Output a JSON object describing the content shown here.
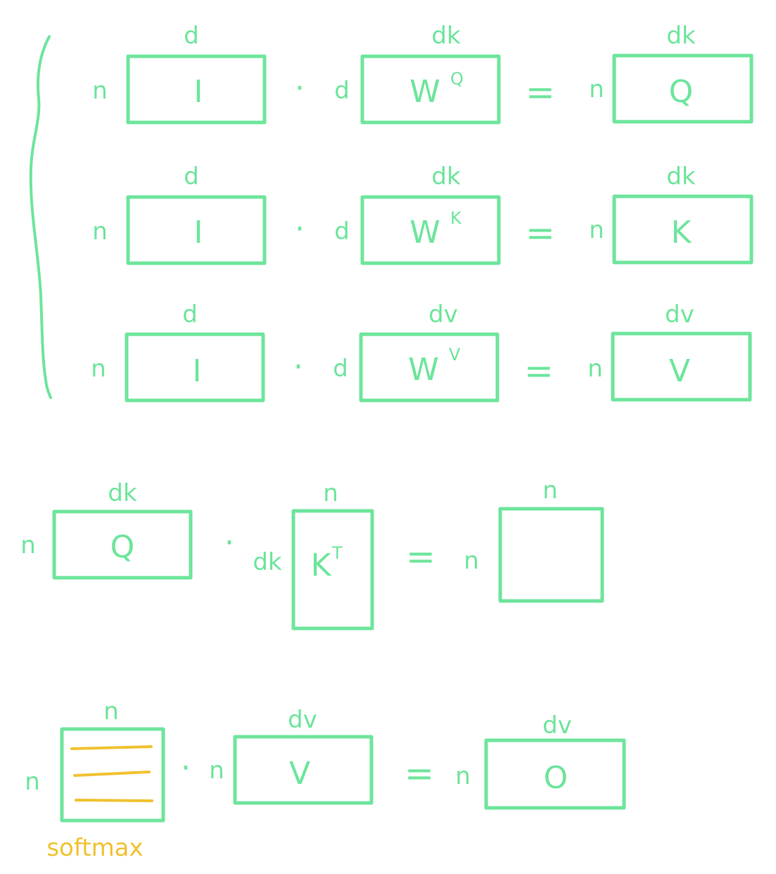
{
  "colors": {
    "ink": "#6ee59c",
    "highlight": "#f1c232",
    "background": "#ffffff"
  },
  "rows": [
    {
      "left": {
        "top": "d",
        "side": "n",
        "content": "I"
      },
      "right": {
        "top": "dk",
        "side": "d",
        "content": "W",
        "sup": "Q"
      },
      "result": {
        "top": "dk",
        "side": "n",
        "content": "Q"
      }
    },
    {
      "left": {
        "top": "d",
        "side": "n",
        "content": "I"
      },
      "right": {
        "top": "dk",
        "side": "d",
        "content": "W",
        "sup": "K"
      },
      "result": {
        "top": "dk",
        "side": "n",
        "content": "K"
      }
    },
    {
      "left": {
        "top": "d",
        "side": "n",
        "content": "I"
      },
      "right": {
        "top": "dv",
        "side": "d",
        "content": "W",
        "sup": "V"
      },
      "result": {
        "top": "dv",
        "side": "n",
        "content": "V"
      }
    }
  ],
  "attention": {
    "left": {
      "top": "dk",
      "side": "n",
      "content": "Q"
    },
    "right": {
      "top": "n",
      "side": "dk",
      "content": "K",
      "sup": "T"
    },
    "result": {
      "top": "n",
      "side": "n",
      "content": ""
    }
  },
  "output": {
    "left": {
      "top": "n",
      "side": "n",
      "caption": "softmax"
    },
    "right": {
      "top": "dv",
      "side": "n",
      "content": "V"
    },
    "result": {
      "top": "dv",
      "side": "n",
      "content": "O"
    }
  },
  "operators": {
    "dot": "·",
    "equals": "="
  }
}
